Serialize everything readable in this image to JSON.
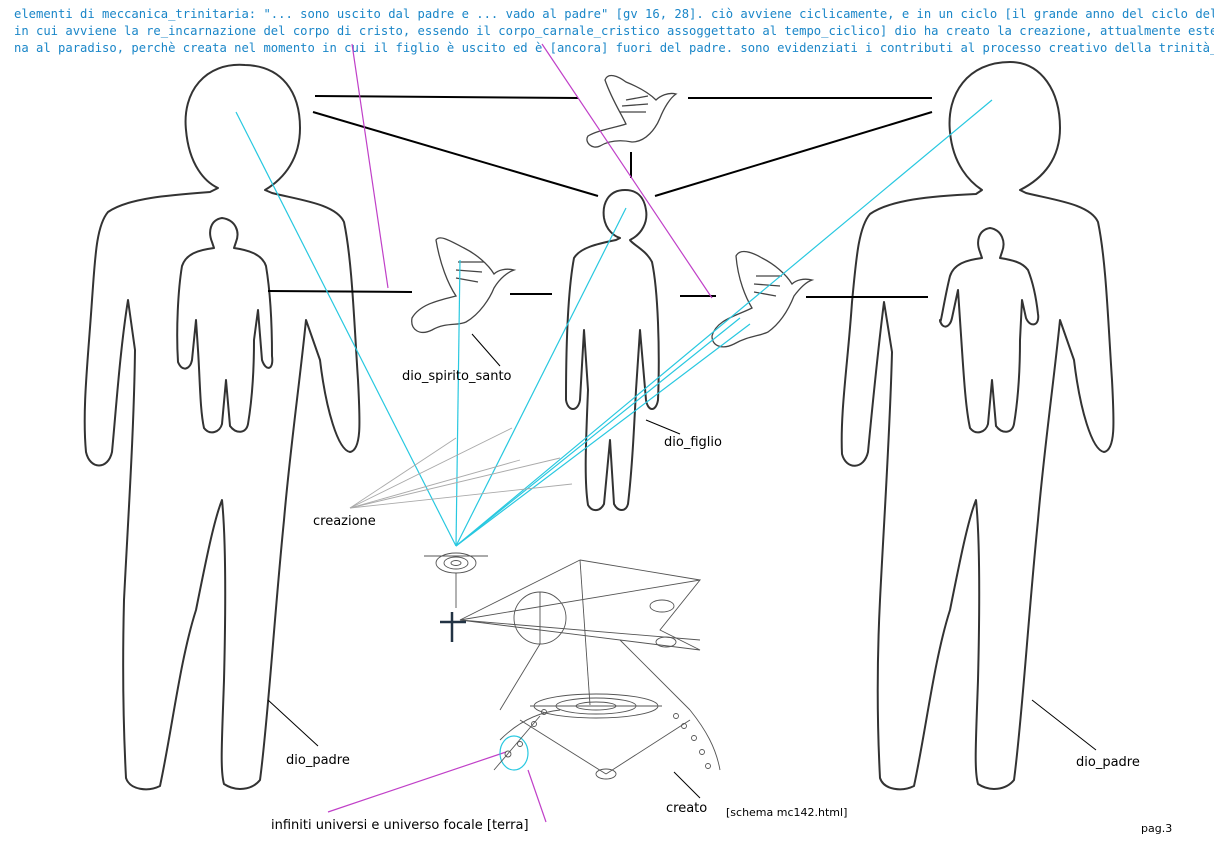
{
  "header": {
    "line1": "elementi di meccanica_trinitaria: \"... sono uscito dal padre e ... vado al padre\" [gv 16, 28]. ciò avviene ciclicamente, e in un ciclo [il grande anno del ciclo del tao,",
    "line2": "in cui avviene la re_incarnazione del corpo di cristo, essendo il corpo_carnale_cristico assoggettato al tempo_ciclico] dio ha creato la creazione, attualmente ester-",
    "line3": "na al paradiso, perchè creata nel momento in cui il figlio è uscito ed è [ancora] fuori del padre. sono evidenziati i contributi al processo creativo della trinità_divina"
  },
  "labels": {
    "spirito": "dio_spirito_santo",
    "figlio": "dio_figlio",
    "creazione": "creazione",
    "padre_left": "dio_padre",
    "padre_right": "dio_padre",
    "universi": "infiniti universi e universo focale [terra]",
    "creato": "creato",
    "schema": "[schema mc142.html]",
    "page": "pag.3"
  },
  "colors": {
    "header_text": "#1a86c8",
    "cyan_ray": "#28c8e0",
    "magenta_line": "#c040c8",
    "outline": "#333333"
  }
}
